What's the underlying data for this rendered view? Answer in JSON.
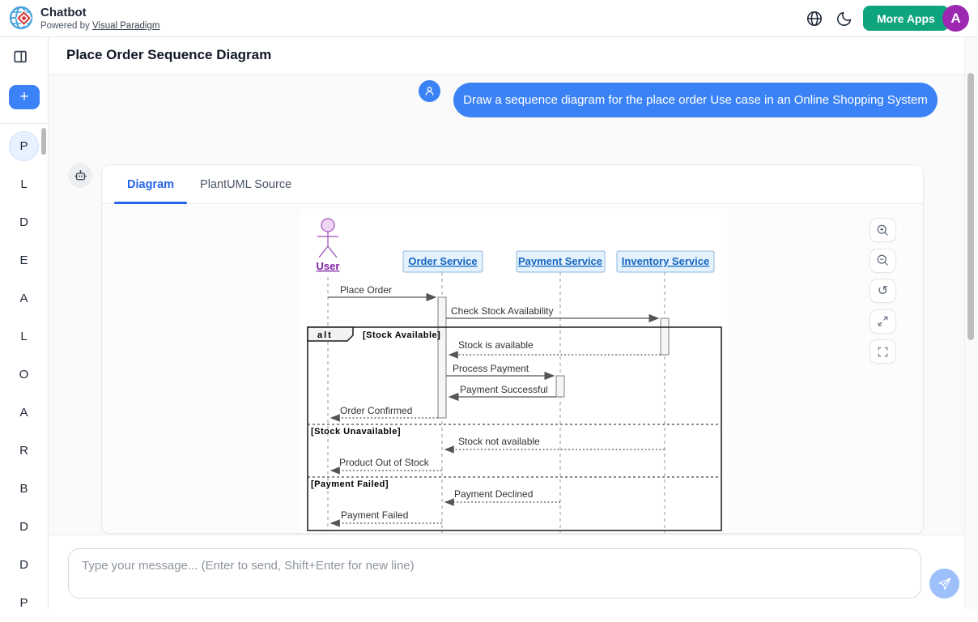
{
  "header": {
    "app_title": "Chatbot",
    "powered_by_prefix": "Powered by",
    "powered_by_link": "Visual Paradigm",
    "more_apps_label": "More Apps",
    "avatar_letter": "A"
  },
  "page": {
    "title": "Place Order Sequence Diagram"
  },
  "sidebar": {
    "new_chat_label": "+",
    "items": [
      {
        "label": "P",
        "active": true
      },
      {
        "label": "L",
        "active": false
      },
      {
        "label": "D",
        "active": false
      },
      {
        "label": "E",
        "active": false
      },
      {
        "label": "A",
        "active": false
      },
      {
        "label": "L",
        "active": false
      },
      {
        "label": "O",
        "active": false
      },
      {
        "label": "A",
        "active": false
      },
      {
        "label": "R",
        "active": false
      },
      {
        "label": "B",
        "active": false
      },
      {
        "label": "D",
        "active": false
      },
      {
        "label": "D",
        "active": false
      },
      {
        "label": "P",
        "active": false
      }
    ]
  },
  "chat": {
    "user_message": "Draw a sequence diagram for the place order Use case in an Online Shopping System",
    "tabs": [
      {
        "label": "Diagram",
        "active": true
      },
      {
        "label": "PlantUML Source",
        "active": false
      }
    ],
    "input_placeholder": "Type your message... (Enter to send, Shift+Enter for new line)"
  },
  "diagram": {
    "actor": "User",
    "participants": [
      "Order Service",
      "Payment Service",
      "Inventory Service"
    ],
    "fragment": {
      "operator": "alt",
      "guard_available": "[Stock Available]",
      "guard_unavailable": "[Stock Unavailable]",
      "guard_payment_failed": "[Payment Failed]"
    },
    "messages": {
      "place_order": "Place Order",
      "check_stock": "Check Stock Availability",
      "stock_available": "Stock is available",
      "process_payment": "Process Payment",
      "payment_successful": "Payment Successful",
      "order_confirmed": "Order Confirmed",
      "stock_not_available": "Stock not available",
      "product_out_of_stock": "Product Out of Stock",
      "payment_declined": "Payment Declined",
      "payment_failed": "Payment Failed"
    }
  },
  "controls": {
    "reset_glyph": "↺"
  },
  "icons": {
    "language_icon": "globe",
    "dark_mode_icon": "crescent-moon",
    "panel_toggle_icon": "split-square",
    "user_icon": "person",
    "bot_icon": "robot",
    "send_icon": "paper-plane",
    "zoom_in_icon": "magnifier-plus",
    "zoom_out_icon": "magnifier-minus",
    "reset_icon": "rotate-ccw",
    "expand_icon": "arrows-out",
    "fullscreen_icon": "corner-brackets"
  },
  "colors": {
    "accent_blue": "#3b82f6",
    "tab_blue": "#2563eb",
    "brand_green": "#0da47e",
    "avatar_purple": "#9c27b0",
    "participant_fill": "#e3f2fd",
    "participant_text": "#1565c0",
    "actor_purple": "#7b1fa2"
  }
}
